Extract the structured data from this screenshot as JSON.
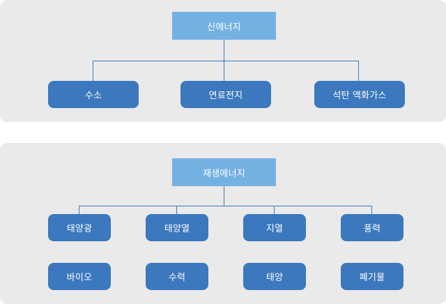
{
  "new_energy": {
    "title": "신에너지",
    "items": [
      "수소",
      "연료전지",
      "석탄 액화가스"
    ]
  },
  "renewable_energy": {
    "title": "재생에너지",
    "row1": [
      "태양광",
      "태양열",
      "지열",
      "풍력"
    ],
    "row2": [
      "바이오",
      "수력",
      "태양",
      "폐기물"
    ]
  },
  "colors": {
    "panel": "#eaeaea",
    "header": "#74b1e3",
    "node": "#3b78bd",
    "connector": "#3b78bd",
    "text": "#ffffff"
  }
}
